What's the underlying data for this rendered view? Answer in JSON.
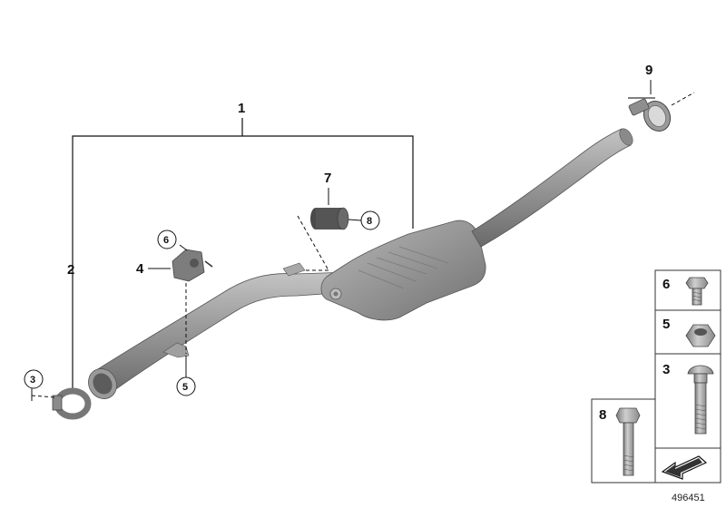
{
  "diagram_id": "496451",
  "callouts": {
    "c1": "1",
    "c2": "2",
    "c3": "3",
    "c4": "4",
    "c5": "5",
    "c6": "6",
    "c7": "7",
    "c8": "8",
    "c9": "9"
  },
  "legend": {
    "items": [
      {
        "number": "6",
        "part": "hex-bolt"
      },
      {
        "number": "5",
        "part": "hex-nut"
      },
      {
        "number": "3",
        "part": "carriage-bolt"
      },
      {
        "number": "8",
        "part": "long-hex-bolt"
      }
    ],
    "arrow_icon": "direction-arrow-icon"
  },
  "colors": {
    "pipe": "#8f8f8f",
    "pipe_dark": "#6d6d6d",
    "pipe_light": "#b5b5b5",
    "lines": "#111111",
    "box_border": "#333333"
  }
}
